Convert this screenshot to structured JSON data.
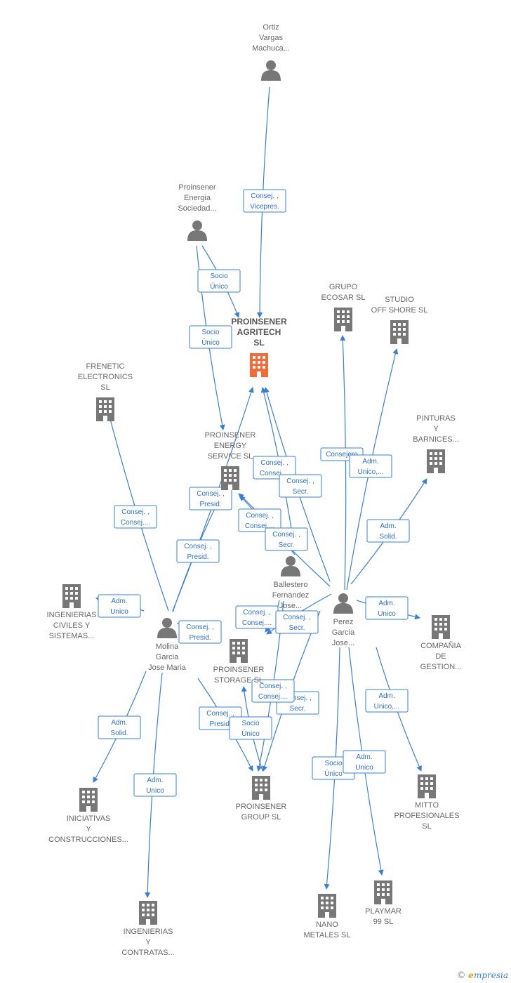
{
  "nodes": {
    "ortiz": {
      "type": "person",
      "lines": [
        "Ortiz",
        "Vargas",
        "Machuca..."
      ]
    },
    "proinsener_energia": {
      "type": "person",
      "lines": [
        "Proinsener",
        "Energia",
        "Sociedad..."
      ]
    },
    "agritech": {
      "type": "company-main",
      "lines": [
        "PROINSENER",
        "AGRITECH",
        "SL"
      ]
    },
    "grupo_ecosar": {
      "type": "company",
      "lines": [
        "GRUPO",
        "ECOSAR SL"
      ]
    },
    "studio": {
      "type": "company",
      "lines": [
        "STUDIO",
        "OFF SHORE SL"
      ]
    },
    "frenetic": {
      "type": "company",
      "lines": [
        "FRENETIC",
        "ELECTRONICS",
        "SL"
      ]
    },
    "pinturas": {
      "type": "company",
      "lines": [
        "PINTURAS",
        "Y",
        "BARNICES..."
      ]
    },
    "energy_service": {
      "type": "company",
      "lines": [
        "PROINSENER",
        "ENERGY",
        "SERVICE  SL"
      ]
    },
    "ballestero": {
      "type": "person",
      "lines": [
        "Ballestero",
        "Fernandez",
        "Jose..."
      ]
    },
    "ingenierias_civiles": {
      "type": "company",
      "lines": [
        "INGENIERIAS",
        "CIVILES Y",
        "SISTEMAS..."
      ]
    },
    "perez": {
      "type": "person",
      "lines": [
        "Perez",
        "Garcia",
        "Jose..."
      ]
    },
    "compania": {
      "type": "company",
      "lines": [
        "COMPAÑIA",
        "DE",
        "GESTION..."
      ]
    },
    "molina": {
      "type": "person",
      "lines": [
        "Molina",
        "Garcia",
        "Jose Maria"
      ]
    },
    "storage": {
      "type": "company",
      "lines": [
        "PROINSENER",
        "STORAGE  SL"
      ]
    },
    "group": {
      "type": "company",
      "lines": [
        "PROINSENER",
        "GROUP  SL"
      ]
    },
    "mitto": {
      "type": "company",
      "lines": [
        "MITTO",
        "PROFESIONALES",
        "SL"
      ]
    },
    "iniciativas": {
      "type": "company",
      "lines": [
        "INICIATIVAS",
        "Y",
        "CONSTRUCCIONES..."
      ]
    },
    "ingenierias_contratas": {
      "type": "company",
      "lines": [
        "INGENIERIAS",
        "Y",
        "CONTRATAS..."
      ]
    },
    "nano": {
      "type": "company",
      "lines": [
        "NANO",
        "METALES  SL"
      ]
    },
    "playmar": {
      "type": "company",
      "lines": [
        "PLAYMAR",
        "99 SL"
      ]
    }
  },
  "edge_labels": [
    [
      "Consej. ,",
      "Vicepres."
    ],
    [
      "Socio",
      "Único"
    ],
    [
      "Socio",
      "Único"
    ],
    [
      "Consejero"
    ],
    [
      "Adm.",
      "Unico,..."
    ],
    [
      "Consej. ,",
      "Consej...."
    ],
    [
      "Consej. ,",
      "Secr."
    ],
    [
      "Consej. ,",
      "Presid."
    ],
    [
      "Consej. ,",
      "Consej...."
    ],
    [
      "Consej. ,",
      "Consej...."
    ],
    [
      "Consej. ,",
      "Secr."
    ],
    [
      "Adm.",
      "Solid."
    ],
    [
      "Consej. ,",
      "Presid."
    ],
    [
      "Adm.",
      "Unico"
    ],
    [
      "Adm.",
      "Unico"
    ],
    [
      "Consej. ,",
      "Consej...."
    ],
    [
      "Consej. ,",
      "Secr."
    ],
    [
      "Consej. ,",
      "Presid."
    ],
    [
      "Consej. ,",
      "Secr."
    ],
    [
      "Consej. ,",
      "Consej...."
    ],
    [
      "Adm.",
      "Unico,..."
    ],
    [
      "Consej. ,",
      "Presid."
    ],
    [
      "Socio",
      "Único"
    ],
    [
      "Adm.",
      "Solid."
    ],
    [
      "Adm.",
      "Unico"
    ],
    [
      "Socio",
      "Único"
    ],
    [
      "Adm.",
      "Unico"
    ]
  ],
  "colors": {
    "edge": "#3a7fd6",
    "main_company": "#f26b38",
    "company": "#777777",
    "person": "#777777"
  },
  "footer": {
    "copyright": "©",
    "brand_e": "e",
    "brand_rest": "mpresia"
  }
}
